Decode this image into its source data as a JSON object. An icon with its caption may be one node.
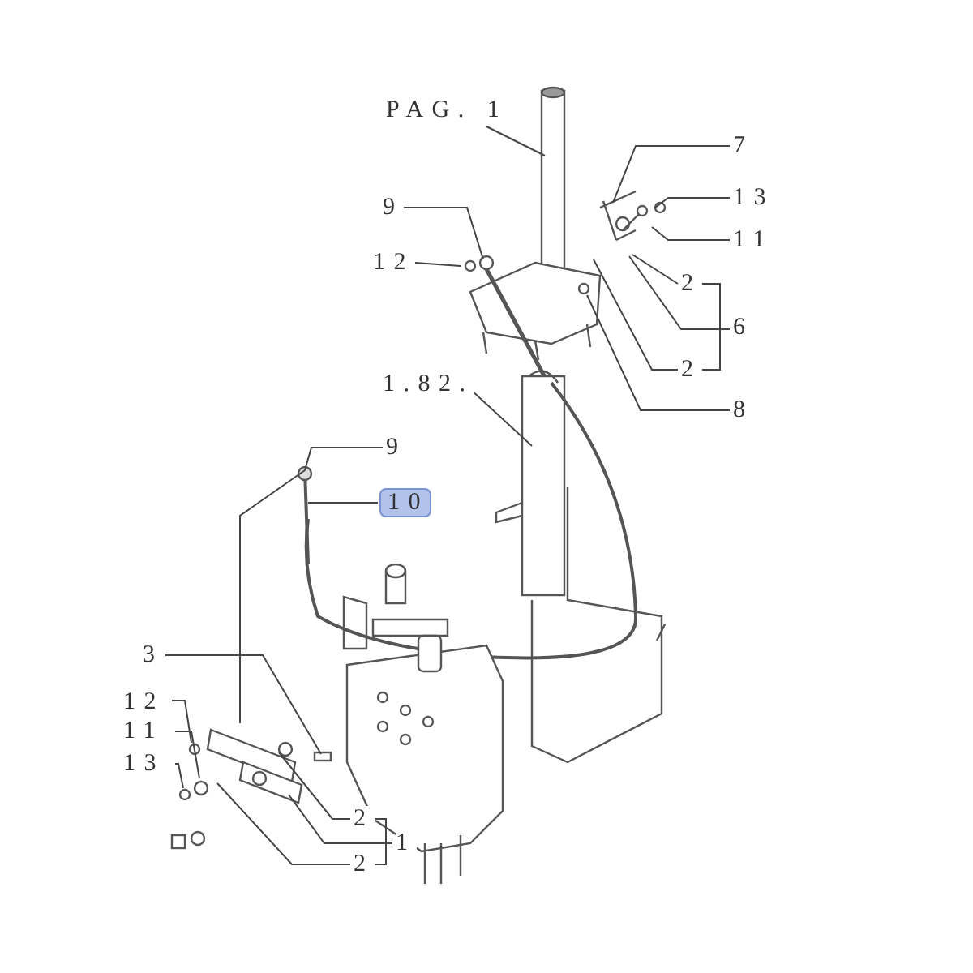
{
  "diagram": {
    "nodes": [
      {
        "text": [
          "PAG. 1"
        ]
      },
      {
        "text": [
          "7"
        ]
      },
      {
        "text": [
          "13"
        ]
      },
      {
        "text": [
          "9"
        ]
      },
      {
        "text": [
          "12"
        ]
      },
      {
        "text": [
          "11"
        ]
      },
      {
        "text": [
          "2"
        ]
      },
      {
        "text": [
          "6"
        ]
      },
      {
        "text": [
          "2"
        ]
      },
      {
        "text": [
          "1.82."
        ]
      },
      {
        "text": [
          "8"
        ]
      },
      {
        "text": [
          "9"
        ]
      },
      {
        "text": [
          "10"
        ]
      },
      {
        "text": [
          "3"
        ]
      },
      {
        "text": [
          "12"
        ]
      },
      {
        "text": [
          "11"
        ]
      },
      {
        "text": [
          "13"
        ]
      },
      {
        "text": [
          "2"
        ]
      },
      {
        "text": [
          "1"
        ]
      },
      {
        "text": [
          "2"
        ]
      }
    ],
    "edges": [
      {
        "from": 0,
        "to": null,
        "arrow": "none"
      },
      {
        "from": 1,
        "to": null,
        "arrow": "none"
      },
      {
        "from": 2,
        "to": null,
        "arrow": "none"
      },
      {
        "from": 3,
        "to": null,
        "arrow": "none"
      },
      {
        "from": 4,
        "to": null,
        "arrow": "none"
      },
      {
        "from": 5,
        "to": null,
        "arrow": "none"
      },
      {
        "from": 6,
        "to": null,
        "arrow": "none"
      },
      {
        "from": 7,
        "to": null,
        "arrow": "none"
      },
      {
        "from": 8,
        "to": null,
        "arrow": "none"
      },
      {
        "from": 9,
        "to": null,
        "arrow": "none"
      },
      {
        "from": 10,
        "to": null,
        "arrow": "none"
      },
      {
        "from": 11,
        "to": null,
        "arrow": "none"
      },
      {
        "from": 12,
        "to": null,
        "arrow": "none"
      },
      {
        "from": 13,
        "to": null,
        "arrow": "none"
      },
      {
        "from": 14,
        "to": null,
        "arrow": "none"
      },
      {
        "from": 15,
        "to": null,
        "arrow": "none"
      },
      {
        "from": 16,
        "to": null,
        "arrow": "none"
      },
      {
        "from": 17,
        "to": null,
        "arrow": "none"
      },
      {
        "from": 18,
        "to": null,
        "arrow": "none"
      },
      {
        "from": 19,
        "to": null,
        "arrow": "none"
      }
    ]
  }
}
